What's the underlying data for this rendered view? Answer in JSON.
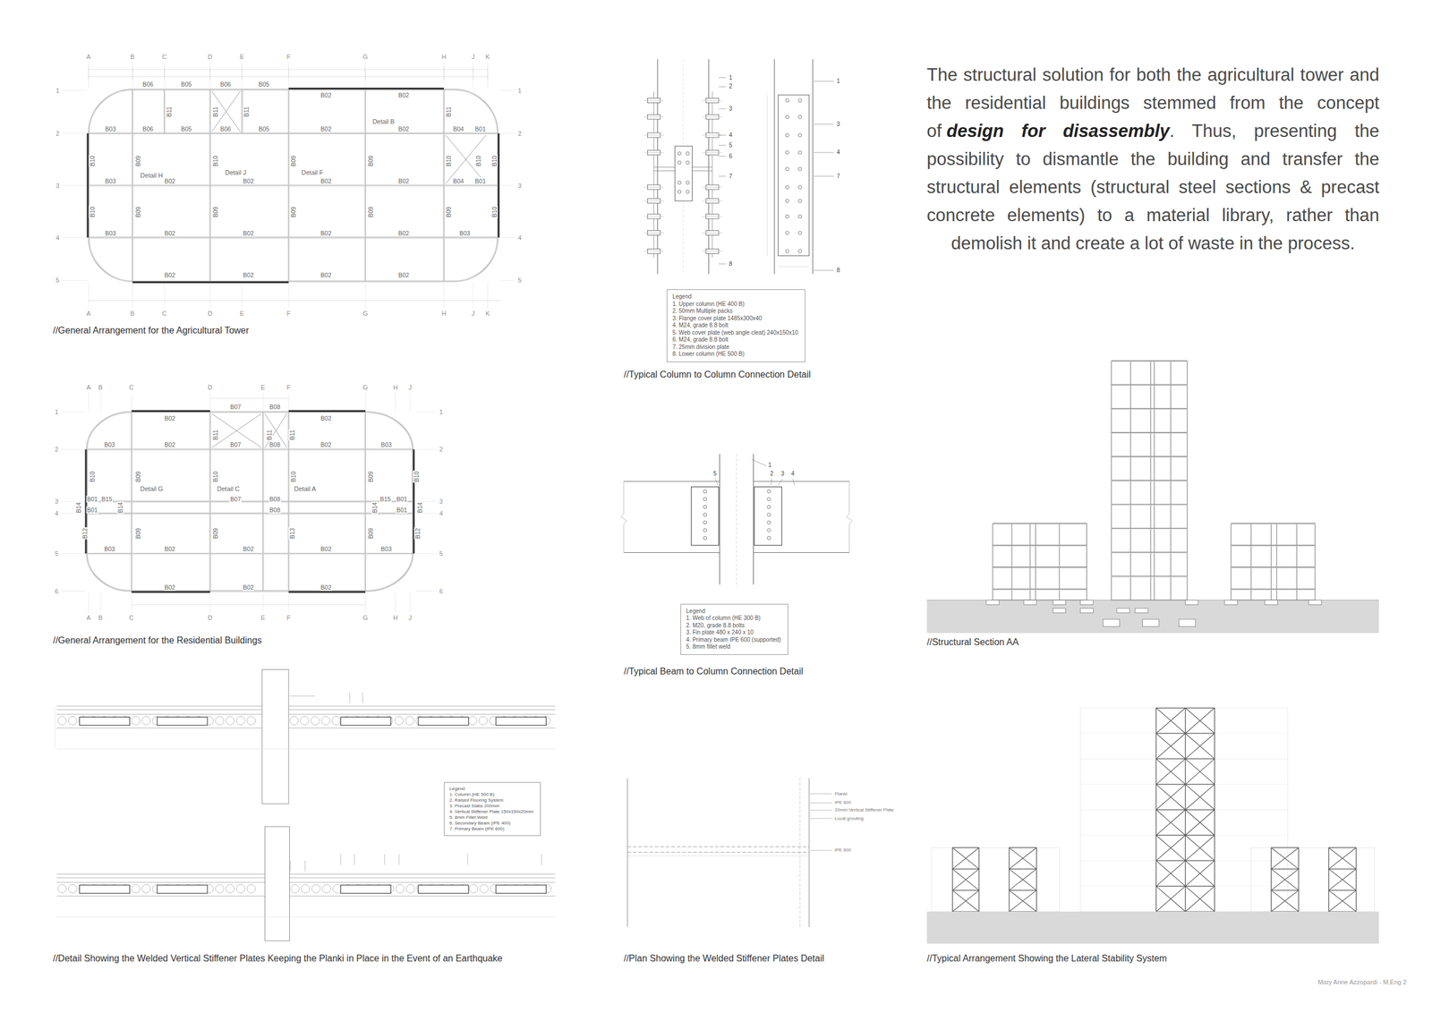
{
  "diagram": {
    "nodes": [
      {
        "text": [
          "Legend",
          "1. Upper column (HE 400 B)",
          "2. 50mm Multiple packs",
          "3. Flange cover plate 1485x300x40",
          "4. M24, grade 8.8 bolt",
          "5. Web cover plate (web angle cleat) 240x150x10",
          "6. M24, grade 8.8 bolt",
          "7. 25mm division plate",
          "8. Lower column (HE 500 B)"
        ]
      },
      {
        "text": [
          "Legend",
          "1. Web of column (HE 300 B)",
          "2. M20, grade 8.8 bolts",
          "3. Fin plate 480 x 240 x 10",
          "4. Primary beam IPE 600 (supported)",
          "5. 8mm fillet weld"
        ]
      },
      {
        "text": [
          "Legend",
          "1. Column (HE 500 B)",
          "2. Raised Flooring System",
          "3. Precast Slabs 200mm",
          "4. Vertical Stiffener Plate 150x150x20mm",
          "5. 8mm Fillet Weld",
          "6. Secondary Beam (IPE 400)",
          "7. Primary Beam (IPE 600)"
        ]
      }
    ],
    "labels": [
      "A",
      "B",
      "C",
      "D",
      "E",
      "F",
      "G",
      "H",
      "J",
      "K",
      "A",
      "B",
      "C",
      "D",
      "E",
      "F",
      "G",
      "H",
      "J",
      "K",
      "1",
      "2",
      "3",
      "4",
      "5",
      "1",
      "2",
      "3",
      "4",
      "5",
      "B06",
      "B05",
      "B06",
      "B05",
      "B02",
      "B02",
      "B11",
      "B11",
      "B11",
      "B11",
      "Detail B",
      "B03",
      "B06",
      "B05",
      "B06",
      "B05",
      "B02",
      "B02",
      "B04",
      "B01",
      "B10",
      "B09",
      "Detail H",
      "B10",
      "Detail J",
      "B09",
      "Detail F",
      "B09",
      "B10",
      "B10",
      "B10",
      "B03",
      "B02",
      "B02",
      "B02",
      "B02",
      "B04",
      "B01",
      "B10",
      "B09",
      "B09",
      "B09",
      "B09",
      "B09",
      "B10",
      "B03",
      "B02",
      "B02",
      "B02",
      "B02",
      "B03",
      "B02",
      "B02",
      "B02",
      "B02",
      "//General Arrangement for the Agricultural Tower",
      "A",
      "B",
      "C",
      "D",
      "E",
      "F",
      "G",
      "H",
      "J",
      "A",
      "B",
      "C",
      "D",
      "E",
      "F",
      "G",
      "H",
      "J",
      "1",
      "2",
      "3",
      "4",
      "5",
      "6",
      "1",
      "2",
      "3",
      "4",
      "5",
      "6",
      "B02",
      "B07",
      "B08",
      "B02",
      "B11",
      "B11",
      "B11",
      "B03",
      "B02",
      "B07",
      "B08",
      "B02",
      "B03",
      "B10",
      "B09",
      "Detail G",
      "B10",
      "Detail C",
      "B10",
      "Detail A",
      "B09",
      "B10",
      "B01",
      "B15",
      "B07",
      "B08",
      "B15",
      "B01",
      "B01",
      "B08",
      "B01",
      "B14",
      "B14",
      "B14",
      "B14",
      "B12",
      "B09",
      "B09",
      "B13",
      "B09",
      "B12",
      "B03",
      "B02",
      "B02",
      "B02",
      "B03",
      "B02",
      "B02",
      "B02",
      "//General Arrangement for the Residential Buildings",
      "1",
      "2",
      "3",
      "4",
      "5",
      "6",
      "7",
      "8",
      "1",
      "3",
      "4",
      "7",
      "8",
      "//Typical Column to Column Connection Detail",
      "5",
      "1",
      "2",
      "3",
      "4",
      "//Typical Beam to Column Connection Detail",
      "//Detail Showing the Welded Vertical Stiffener Plates Keeping the Planki in Place in the Event of an Earthquake",
      "Planki",
      "IPE 600",
      "20mm Vertical Stiffener Plate",
      "Local grouting",
      "IPE 600",
      "//Plan Showing the Welded Stiffener Plates Detail",
      "//Structural Section AA",
      "//Typical Arrangement Showing the Lateral Stability System",
      "The structural solution for both the agricultural tower and the residential buildings stemmed from the concept of",
      "design for disassembly",
      ". Thus, presenting the possibility to dismantle the building and transfer the structural elements (structural steel sections & precast concrete elements) to a material library, rather than demolish it and create a lot of waste in the process.",
      "Mary Anne Azzopardi - M.Eng 2"
    ]
  }
}
